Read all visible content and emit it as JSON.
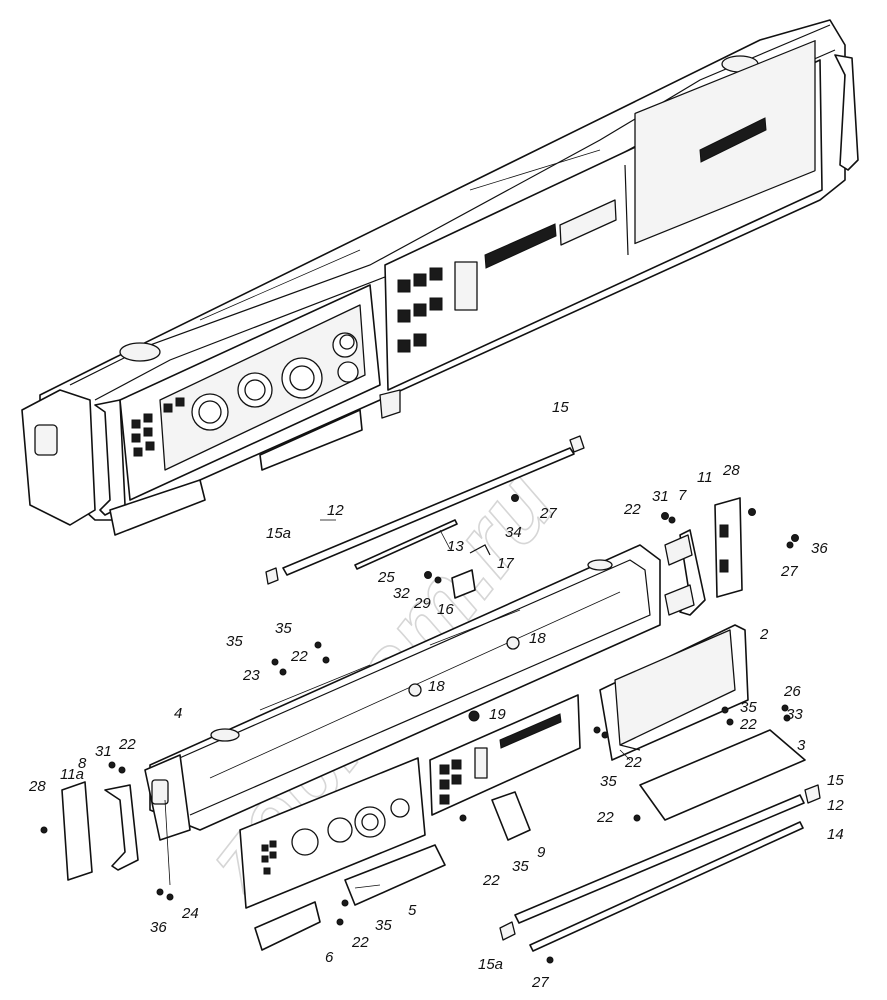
{
  "watermark": "zeplkam.ru",
  "colors": {
    "line": "#111111",
    "watermark": "#d6d6d6",
    "background": "#ffffff"
  },
  "callouts": {
    "c1": "15",
    "c2": "12",
    "c3": "15а",
    "c4": "13",
    "c5": "17",
    "c6": "34",
    "c7": "27",
    "c8": "22",
    "c9": "31",
    "c10": "7",
    "c11": "11",
    "c12": "28",
    "c13": "36",
    "c14": "27",
    "c15": "25",
    "c16": "32",
    "c17": "29",
    "c18": "16",
    "c19": "35",
    "c20": "35",
    "c21": "22",
    "c22": "23",
    "c23": "18",
    "c24": "18",
    "c25": "19",
    "c26": "2",
    "c27": "4",
    "c28": "31",
    "c29": "22",
    "c30": "28",
    "c31": "11а",
    "c32": "8",
    "c33": "26",
    "c34": "33",
    "c35": "35",
    "c36": "22",
    "c37": "22",
    "c38": "3",
    "c39": "35",
    "c40": "15",
    "c41": "12",
    "c42": "22",
    "c43": "14",
    "c44": "9",
    "c45": "22",
    "c46": "35",
    "c47": "5",
    "c48": "35",
    "c49": "22",
    "c50": "6",
    "c51": "36",
    "c52": "24",
    "c53": "15а",
    "c54": "27"
  }
}
